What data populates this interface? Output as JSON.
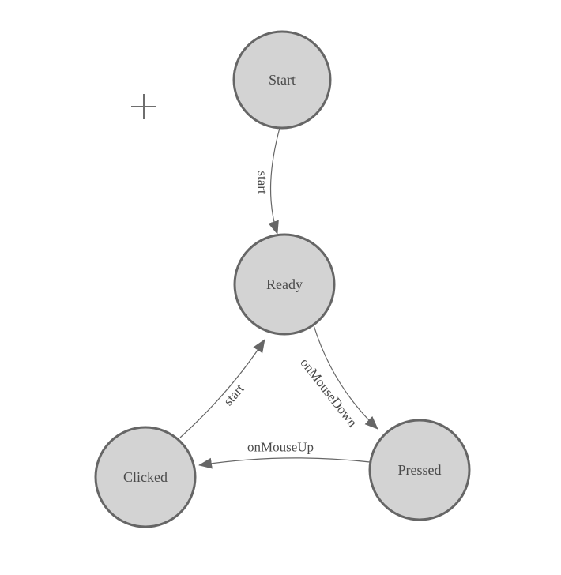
{
  "canvas": {
    "background": "#ffffff"
  },
  "diagram": {
    "type": "state-machine",
    "colors": {
      "node_fill": "#d3d3d3",
      "node_border": "#666666",
      "edge": "#666666",
      "label_text": "#4a4a4a"
    },
    "nodes": [
      {
        "id": "start",
        "label": "Start"
      },
      {
        "id": "ready",
        "label": "Ready"
      },
      {
        "id": "clicked",
        "label": "Clicked"
      },
      {
        "id": "pressed",
        "label": "Pressed"
      }
    ],
    "edges": [
      {
        "from": "start",
        "to": "ready",
        "label": "start"
      },
      {
        "from": "clicked",
        "to": "ready",
        "label": "start"
      },
      {
        "from": "ready",
        "to": "pressed",
        "label": "onMouseDown"
      },
      {
        "from": "pressed",
        "to": "clicked",
        "label": "onMouseUp"
      }
    ],
    "cursor_icon": "plus-crosshair"
  }
}
